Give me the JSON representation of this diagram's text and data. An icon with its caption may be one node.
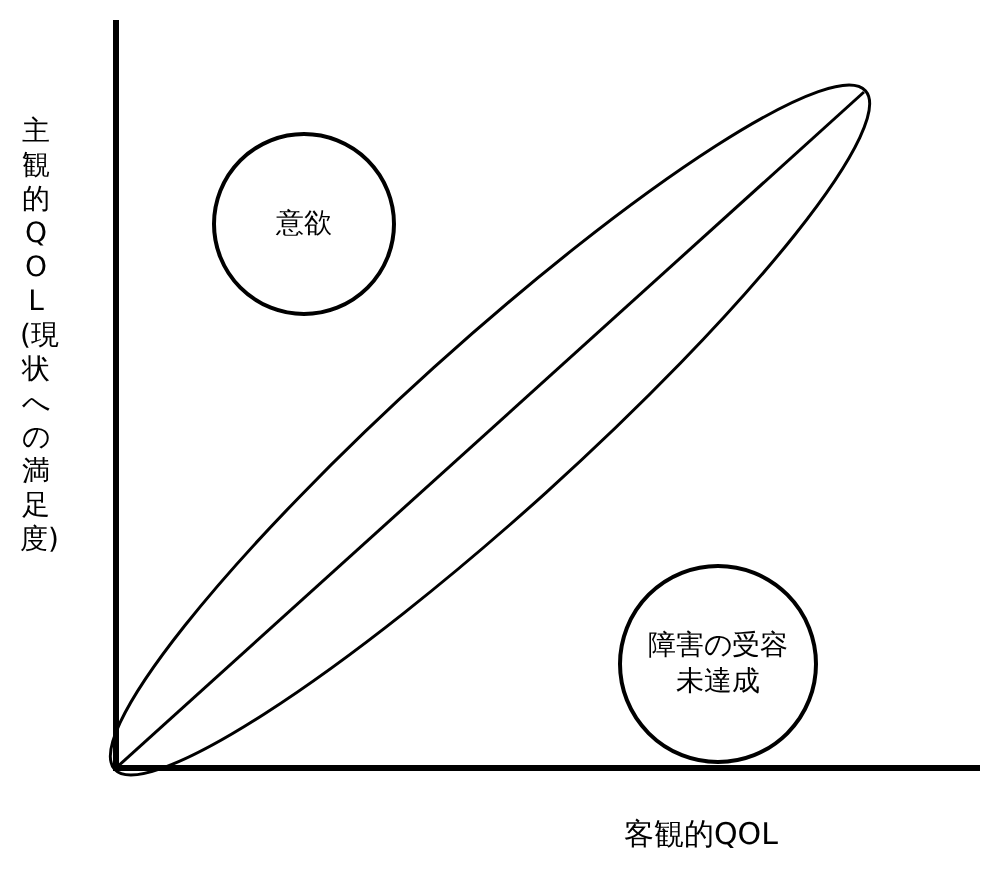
{
  "diagram": {
    "nodes": [
      {
        "text": [
          "意欲"
        ]
      },
      {
        "text": [
          "障害の受容未達成"
        ]
      }
    ],
    "edges": [],
    "labels": [
      "主観的QOL(現状への満足度)",
      "客観的QOL"
    ]
  }
}
